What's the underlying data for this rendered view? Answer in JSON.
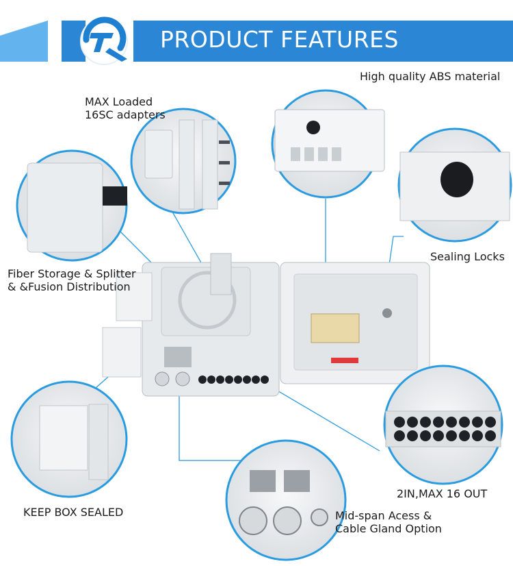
{
  "header": {
    "title": "PRODUCT FEATURES",
    "logo_letter": "T",
    "colors": {
      "banner": "#2b86d6",
      "stripe_light": "#63b3ef",
      "accent": "#1f7fd1",
      "line": "#2b9be0"
    }
  },
  "features": {
    "abs": "High quality ABS material",
    "adapters_1": "MAX Loaded",
    "adapters_2": "16SC adapters",
    "fiber_1": "Fiber Storage & Splitter",
    "fiber_2": "& &Fusion Distribution",
    "sealing": "Sealing Locks",
    "ports": "2IN,MAX 16 OUT",
    "sealed": "KEEP BOX SEALED",
    "midspan_1": "Mid-span Acess &",
    "midspan_2": "Cable Gland Option"
  }
}
